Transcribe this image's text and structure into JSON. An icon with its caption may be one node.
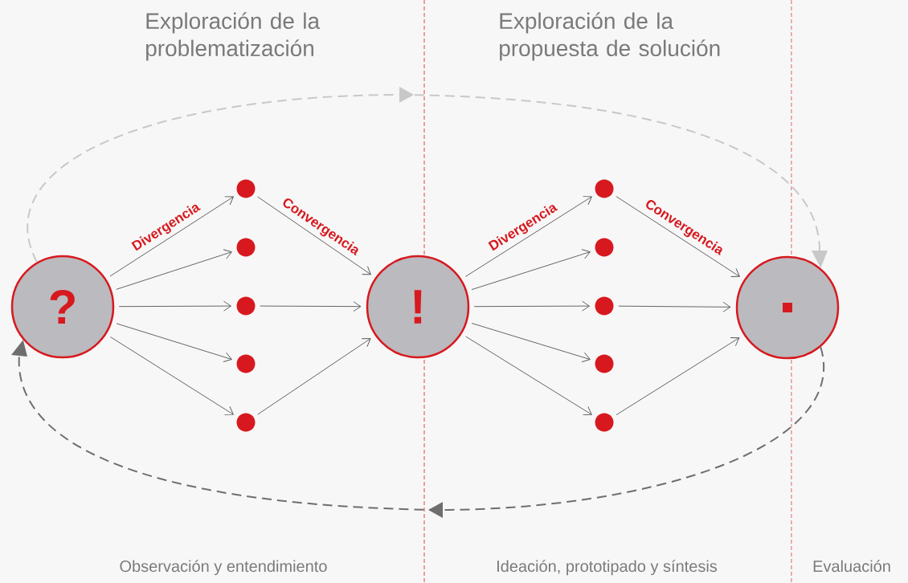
{
  "diagram": {
    "nodes": [
      {
        "text": [
          "?"
        ]
      },
      {
        "text": [],
        "shape": "circle"
      },
      {
        "text": [],
        "shape": "circle"
      },
      {
        "text": [],
        "shape": "circle"
      },
      {
        "text": [],
        "shape": "circle"
      },
      {
        "text": [],
        "shape": "circle"
      },
      {
        "text": [
          "!"
        ]
      },
      {
        "text": [],
        "shape": "circle"
      },
      {
        "text": [],
        "shape": "circle"
      },
      {
        "text": [],
        "shape": "circle"
      },
      {
        "text": [],
        "shape": "circle"
      },
      {
        "text": [],
        "shape": "circle"
      },
      {
        "text": [],
        "shape": "circle"
      }
    ],
    "edges": [
      {
        "from": 0,
        "to": 1,
        "arrow": "to",
        "label": "Divergencia"
      },
      {
        "from": 0,
        "to": 2,
        "arrow": "to"
      },
      {
        "from": 0,
        "to": 3,
        "arrow": "to"
      },
      {
        "from": 0,
        "to": 4,
        "arrow": "to"
      },
      {
        "from": 0,
        "to": 5,
        "arrow": "to"
      },
      {
        "from": 1,
        "to": 6,
        "arrow": "to",
        "label": "Convergencia"
      },
      {
        "from": 3,
        "to": 6,
        "arrow": "to"
      },
      {
        "from": 5,
        "to": 6,
        "arrow": "to"
      },
      {
        "from": 6,
        "to": 7,
        "arrow": "to",
        "label": "Divergencia"
      },
      {
        "from": 6,
        "to": 8,
        "arrow": "to"
      },
      {
        "from": 6,
        "to": 9,
        "arrow": "to"
      },
      {
        "from": 6,
        "to": 10,
        "arrow": "to"
      },
      {
        "from": 6,
        "to": 11,
        "arrow": "to"
      },
      {
        "from": 7,
        "to": 12,
        "arrow": "to",
        "label": "Convergencia"
      },
      {
        "from": 9,
        "to": 12,
        "arrow": "to"
      },
      {
        "from": 11,
        "to": 12,
        "arrow": "to"
      },
      {
        "from": 0,
        "to": 12,
        "arrow": "to",
        "style": "dashed",
        "color": "#c8c8c8"
      },
      {
        "from": 12,
        "to": 0,
        "arrow": "to",
        "style": "dashed",
        "color": "#6e6e6e"
      }
    ],
    "labels": [
      "Exploración de la problematización",
      "Exploración de la propuesta de solución",
      "Observación y entendimiento",
      "Ideación, prototipado y síntesis",
      "Evaluación"
    ]
  }
}
